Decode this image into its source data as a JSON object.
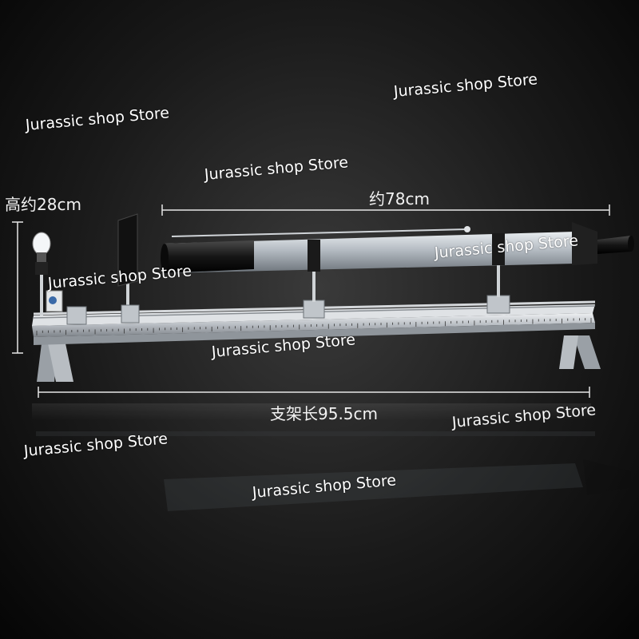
{
  "watermark": "Jurassic shop Store",
  "dimensions": {
    "height": "高约28cm",
    "tube_length": "约78cm",
    "rail_length": "支架长95.5cm"
  },
  "colors": {
    "background": "#1a1a1a",
    "rail": "#c9cdd2",
    "tube": "#b9c0c6",
    "dimension_line": "#e6e6e6"
  }
}
